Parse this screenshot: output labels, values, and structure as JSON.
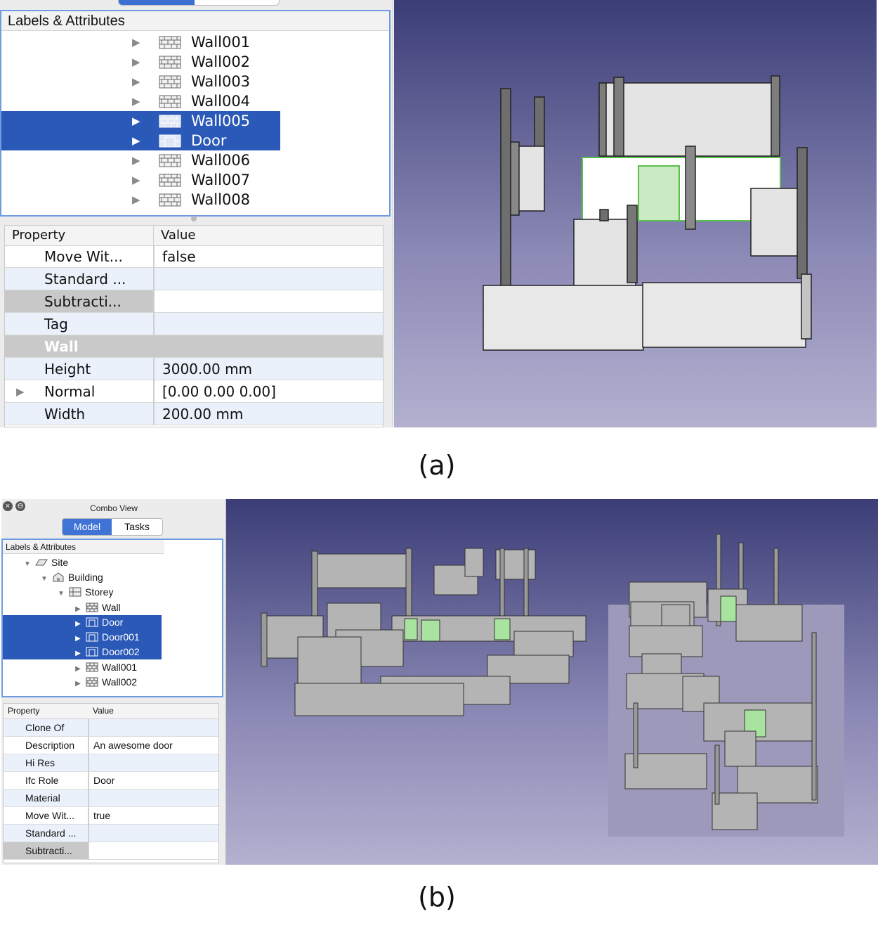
{
  "panel_a": {
    "tree_header": "Labels & Attributes",
    "tree_items": [
      {
        "label": "Wall001",
        "icon": "wall-icon",
        "selected": false
      },
      {
        "label": "Wall002",
        "icon": "wall-icon",
        "selected": false
      },
      {
        "label": "Wall003",
        "icon": "wall-icon",
        "selected": false
      },
      {
        "label": "Wall004",
        "icon": "wall-icon",
        "selected": false
      },
      {
        "label": "Wall005",
        "icon": "wall-icon",
        "selected": true
      },
      {
        "label": "Door",
        "icon": "door-icon",
        "selected": true
      },
      {
        "label": "Wall006",
        "icon": "wall-icon",
        "selected": false
      },
      {
        "label": "Wall007",
        "icon": "wall-icon",
        "selected": false
      },
      {
        "label": "Wall008",
        "icon": "wall-icon",
        "selected": false
      }
    ],
    "prop_header_property": "Property",
    "prop_header_value": "Value",
    "properties": [
      {
        "name": "Move Wit...",
        "value": "false"
      },
      {
        "name": "Standard ...",
        "value": ""
      },
      {
        "name": "Subtracti...",
        "value": ""
      },
      {
        "name": "Tag",
        "value": ""
      }
    ],
    "group_label": "Wall",
    "group_properties": [
      {
        "name": "Height",
        "value": "3000.00 mm"
      },
      {
        "name": "Normal",
        "value": "[0.00 0.00 0.00]"
      },
      {
        "name": "Width",
        "value": "200.00 mm"
      }
    ],
    "caption": "(a)"
  },
  "panel_b": {
    "window_title": "Combo View",
    "tab_model": "Model",
    "tab_tasks": "Tasks",
    "tree_header": "Labels & Attributes",
    "tree": {
      "site": "Site",
      "building": "Building",
      "storey": "Storey",
      "children": [
        {
          "label": "Wall",
          "icon": "wall-icon",
          "selected": false
        },
        {
          "label": "Door",
          "icon": "door-icon",
          "selected": true
        },
        {
          "label": "Door001",
          "icon": "door-icon",
          "selected": true
        },
        {
          "label": "Door002",
          "icon": "door-icon",
          "selected": true
        },
        {
          "label": "Wall001",
          "icon": "wall-icon",
          "selected": false
        },
        {
          "label": "Wall002",
          "icon": "wall-icon",
          "selected": false
        }
      ]
    },
    "prop_header_property": "Property",
    "prop_header_value": "Value",
    "properties": [
      {
        "name": "Clone Of",
        "value": ""
      },
      {
        "name": "Description",
        "value": "An awesome door"
      },
      {
        "name": "Hi Res",
        "value": ""
      },
      {
        "name": "Ifc Role",
        "value": "Door"
      },
      {
        "name": "Material",
        "value": ""
      },
      {
        "name": "Move Wit...",
        "value": "true"
      },
      {
        "name": "Standard ...",
        "value": ""
      },
      {
        "name": "Subtracti...",
        "value": ""
      }
    ],
    "caption": "(b)"
  },
  "colors": {
    "selection": "#2b59b8",
    "tree_border": "#6f9be0",
    "door_highlight": "#a8e3a0",
    "wall_face": "#b4b4b4",
    "viewport_top": "#3b3d77",
    "viewport_bottom": "#b3b1cf"
  }
}
